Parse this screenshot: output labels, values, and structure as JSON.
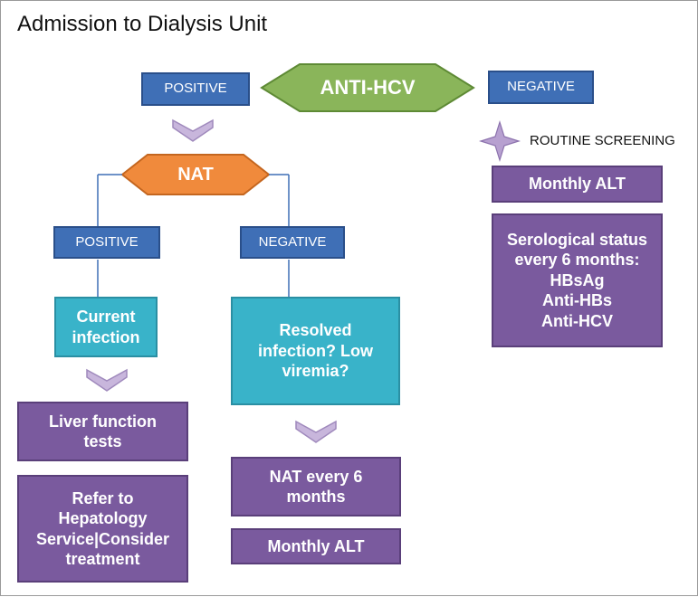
{
  "title": "Admission to Dialysis Unit",
  "nodes": {
    "anti_hcv": "ANTI-HCV",
    "top_positive": "POSITIVE",
    "top_negative": "NEGATIVE",
    "nat": "NAT",
    "nat_positive": "POSITIVE",
    "nat_negative": "NEGATIVE",
    "current_infection": "Current infection",
    "resolved_infection": "Resolved infection? Low viremia?",
    "liver_function": "Liver function tests",
    "refer_hepatology": "Refer to Hepatology Service|Consider treatment",
    "nat_every_6": "NAT every 6 months",
    "monthly_alt_left": "Monthly ALT",
    "routine_screening": "ROUTINE SCREENING",
    "monthly_alt_right": "Monthly ALT",
    "serological_line1": "Serological status every 6 months:",
    "serological_hbsag": "HBsAg",
    "serological_antihbs": "Anti-HBs",
    "serological_antihcv": "Anti-HCV"
  },
  "colors": {
    "blue": "#3f6fb6",
    "teal": "#39b3c9",
    "purple": "#7a5a9e",
    "green_hex": "#8ab55a",
    "orange_hex": "#f08a3c",
    "chevron": "#c8b6dc",
    "star": "#b7a0d0"
  },
  "icons": {
    "down_chevron": "chevron-down-icon",
    "star": "four-point-star-icon"
  }
}
